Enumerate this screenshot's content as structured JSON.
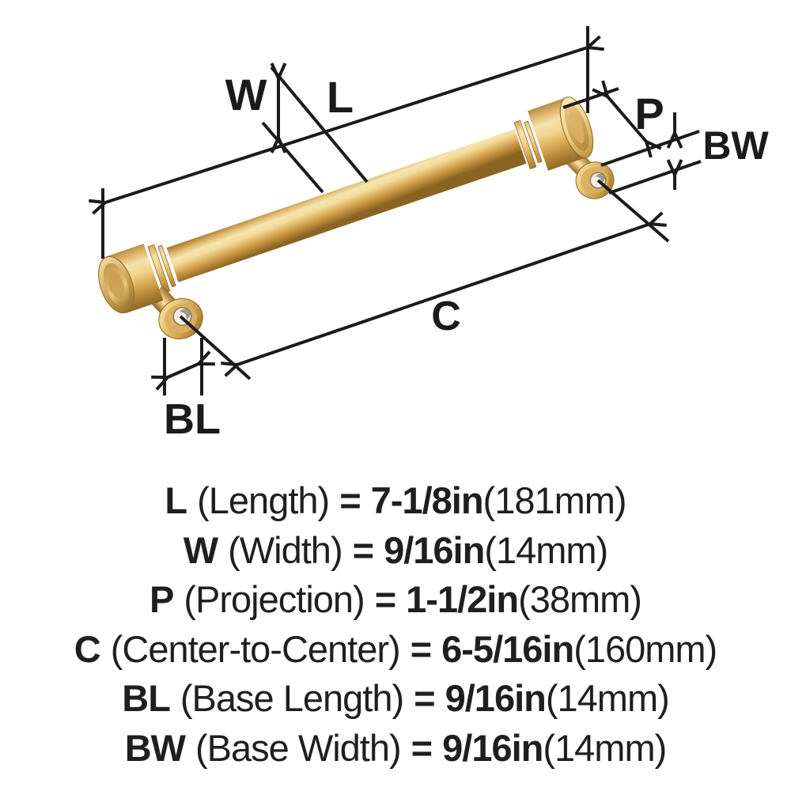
{
  "diagram": {
    "labels": {
      "length": "L",
      "width": "W",
      "projection": "P",
      "base_width": "BW",
      "center_to_center": "C",
      "base_length": "BL"
    },
    "colors": {
      "gold_mid": "#D9A953",
      "gold_highlight": "#F8E8B8",
      "gold_shadow": "#8A6423",
      "dimension_line": "#1B1B1B"
    }
  },
  "specs": {
    "equals": "=",
    "rows": [
      {
        "label": "L",
        "name": "(Length)",
        "imperial": "7-1/8in",
        "metric": "(181mm)"
      },
      {
        "label": "W",
        "name": "(Width)",
        "imperial": "9/16in",
        "metric": "(14mm)"
      },
      {
        "label": "P",
        "name": "(Projection)",
        "imperial": "1-1/2in",
        "metric": "(38mm)"
      },
      {
        "label": "C",
        "name": "(Center-to-Center)",
        "imperial": "6-5/16in",
        "metric": "(160mm)"
      },
      {
        "label": "BL",
        "name": "(Base Length)",
        "imperial": "9/16in",
        "metric": "(14mm)"
      },
      {
        "label": "BW",
        "name": "(Base Width)",
        "imperial": "9/16in",
        "metric": "(14mm)"
      }
    ]
  }
}
